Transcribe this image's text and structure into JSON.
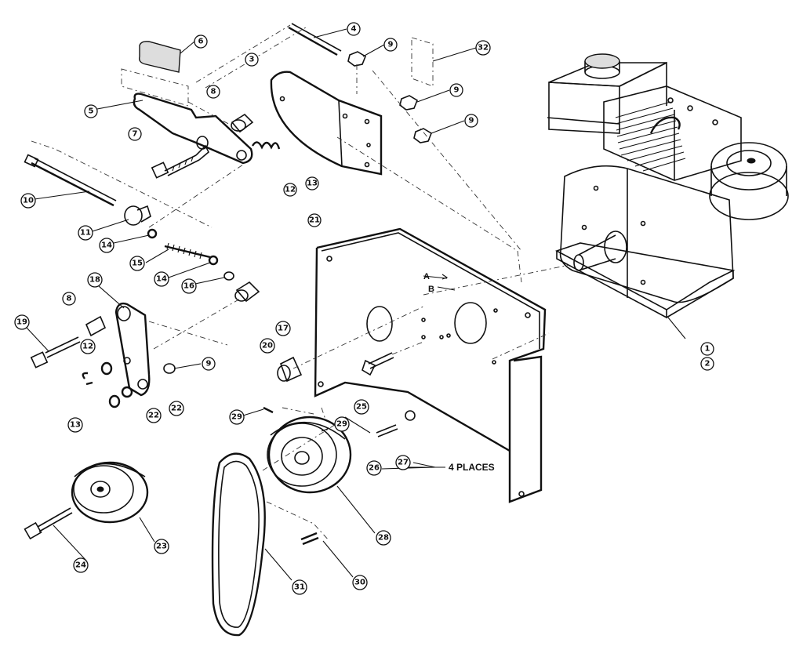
{
  "callouts": [
    {
      "label": "6"
    },
    {
      "label": "4"
    },
    {
      "label": "9"
    },
    {
      "label": "32"
    },
    {
      "label": "3"
    },
    {
      "label": "8"
    },
    {
      "label": "9"
    },
    {
      "label": "5"
    },
    {
      "label": "9"
    },
    {
      "label": "7"
    },
    {
      "label": "13"
    },
    {
      "label": "12"
    },
    {
      "label": "10"
    },
    {
      "label": "21"
    },
    {
      "label": "11"
    },
    {
      "label": "14"
    },
    {
      "label": "15"
    },
    {
      "label": "14"
    },
    {
      "label": "16"
    },
    {
      "label": "18"
    },
    {
      "label": "8"
    },
    {
      "label": "19"
    },
    {
      "label": "12"
    },
    {
      "label": "17"
    },
    {
      "label": "20"
    },
    {
      "label": "9"
    },
    {
      "label": "13"
    },
    {
      "label": "22"
    },
    {
      "label": "22"
    },
    {
      "label": "29"
    },
    {
      "label": "25"
    },
    {
      "label": "29"
    },
    {
      "label": "27"
    },
    {
      "label": "26"
    },
    {
      "label": "23"
    },
    {
      "label": "24"
    },
    {
      "label": "28"
    },
    {
      "label": "31"
    },
    {
      "label": "30"
    },
    {
      "label": "1"
    },
    {
      "label": "2"
    }
  ],
  "annotations": {
    "four_places": "4 PLACES",
    "point_a": "A",
    "point_b": "B"
  }
}
